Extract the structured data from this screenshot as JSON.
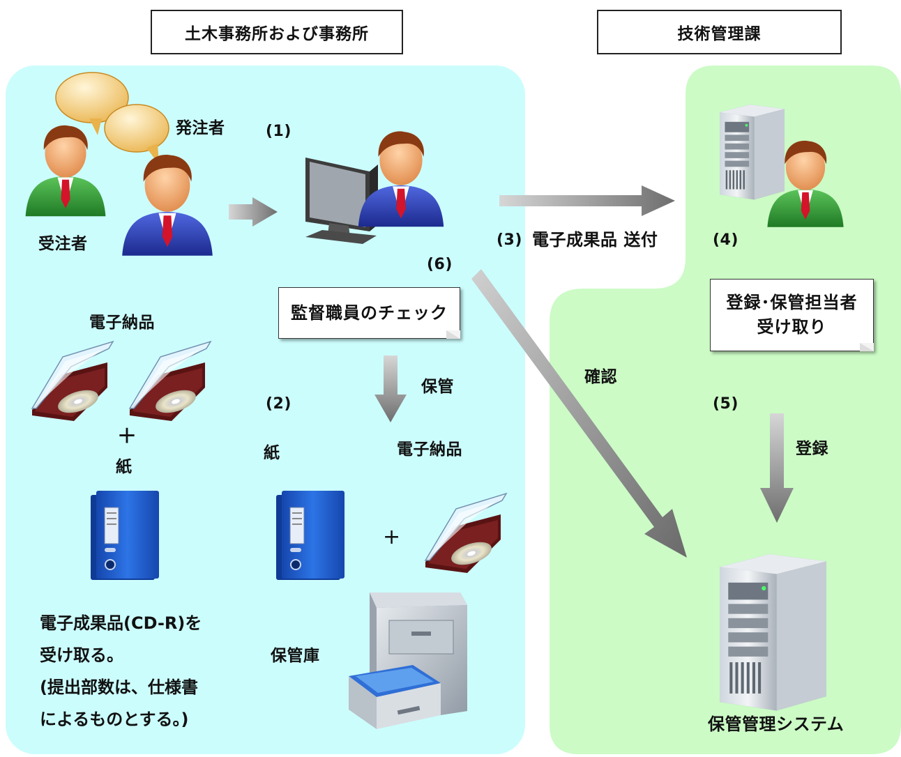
{
  "headers": {
    "office": "土木事務所および事務所",
    "tech": "技術管理課"
  },
  "labels": {
    "orderer": "発注者",
    "contractor": "受注者",
    "step1": "(1)",
    "step2": "(2)",
    "step3": "(3)",
    "send": "電子成果品 送付",
    "step4": "(4)",
    "step5": "(5)",
    "step6": "(6)",
    "storage": "保管",
    "confirm": "確認",
    "register": "登録",
    "paper_left": "紙",
    "paper_mid": "紙",
    "plus_left": "＋",
    "plus_mid": "+",
    "e_delivery_left": "電子納品",
    "e_delivery_mid": "電子納品",
    "cabinet": "保管庫",
    "system": "保管管理システム"
  },
  "notes": {
    "check": "監督職員のチェック",
    "receiver_line1": "登録･保管担当者",
    "receiver_line2": "受け取り"
  },
  "description": {
    "line1": "電子成果品(CD-R)を",
    "line2": "受け取る。",
    "line3": "(提出部数は、仕様書",
    "line4": "によるものとする。)"
  },
  "colors": {
    "office_bg": "#ccfdfd",
    "tech_bg": "#ccfbc6",
    "binder": "#1f5fd1",
    "arrow": "#8c8c8c"
  },
  "icons": {
    "person_green": "person-green-icon",
    "person_blue": "person-blue-icon",
    "speech_bubble": "speech-bubble-icon",
    "monitor": "monitor-icon",
    "server": "server-icon",
    "cd_case": "cd-case-icon",
    "binder": "binder-icon",
    "cabinet": "cabinet-icon"
  }
}
